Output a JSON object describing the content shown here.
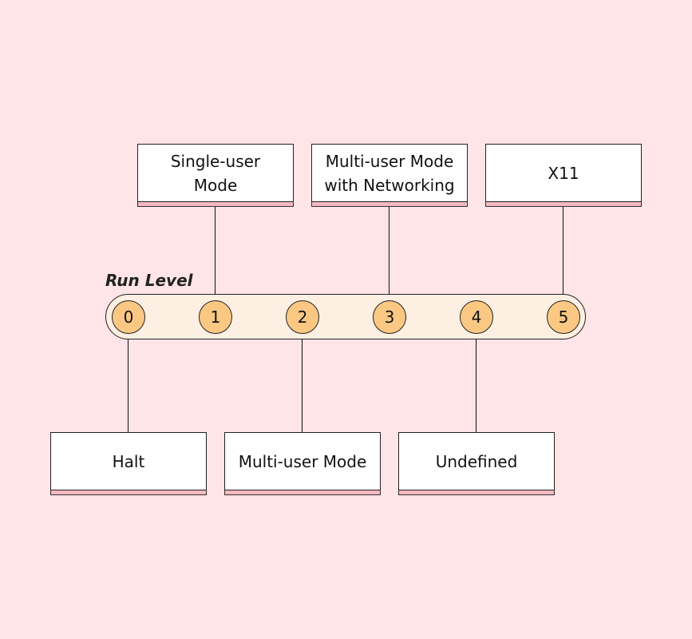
{
  "diagram": {
    "bar_label": "Run Level",
    "levels": [
      {
        "number": "0",
        "label": "Halt"
      },
      {
        "number": "1",
        "label": "Single-user Mode"
      },
      {
        "number": "2",
        "label": "Multi-user Mode"
      },
      {
        "number": "3",
        "label": "Multi-user Mode with Networking"
      },
      {
        "number": "4",
        "label": "Undefined"
      },
      {
        "number": "5",
        "label": "X11"
      }
    ],
    "colors": {
      "background": "#ffe4e8",
      "bar_fill": "#fdf0e2",
      "circle_fill": "#fbc883",
      "box_fill": "#ffffff",
      "box_shadow": "#f4b8c2"
    }
  }
}
